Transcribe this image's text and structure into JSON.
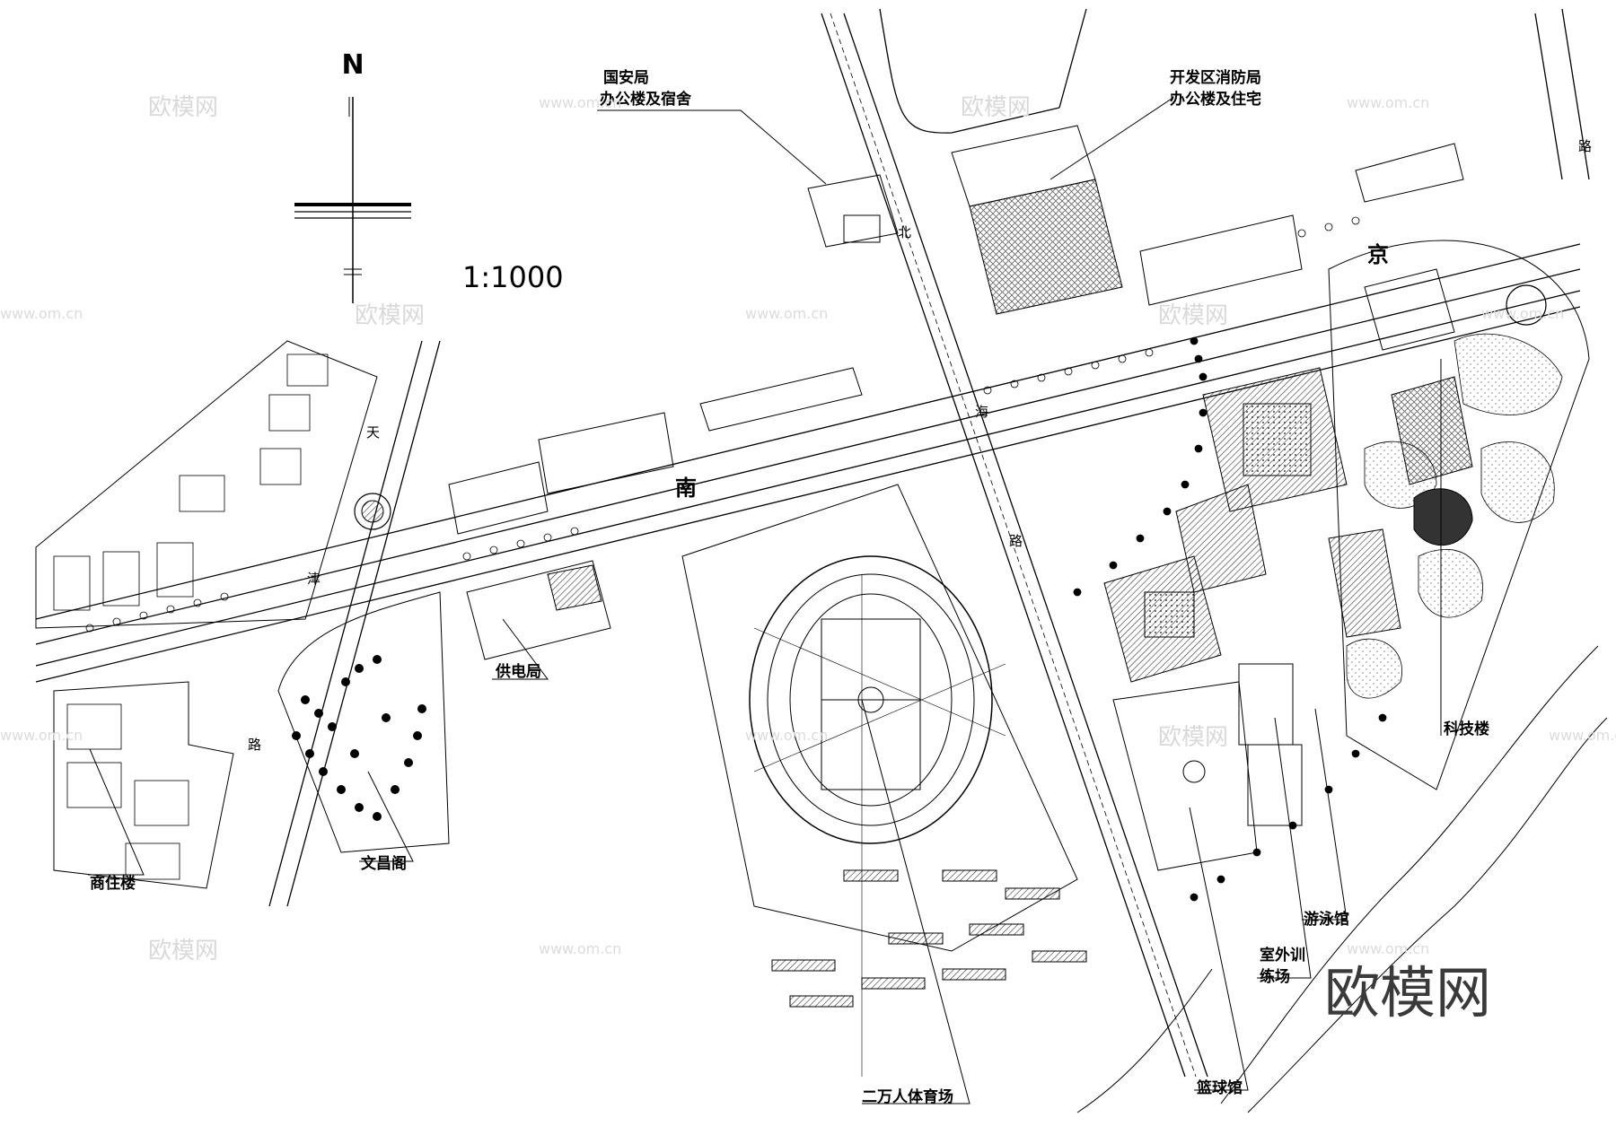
{
  "compass": {
    "north": "N"
  },
  "scale": "1:1000",
  "roads": {
    "nanjing": [
      "南",
      "京"
    ],
    "tianjin": [
      "天",
      "津",
      "路"
    ],
    "beihai": [
      "北",
      "海",
      "路"
    ],
    "corner": "路"
  },
  "labels": {
    "guoan_line1": "国安局",
    "guoan_line2": "办公楼及宿舍",
    "fire_line1": "开发区消防局",
    "fire_line2": "办公楼及住宅",
    "power": "供电局",
    "commercial": "商住楼",
    "wenchang": "文昌阁",
    "stadium": "二万人体育场",
    "basketball": "篮球馆",
    "swimming": "游泳馆",
    "training_line1": "室外训",
    "training_line2": "练场",
    "tech": "科技楼"
  },
  "watermark": {
    "text": "欧模网",
    "url": "www.om.cn"
  },
  "brand": "欧模网",
  "colors": {
    "line": "#000000",
    "hatch": "#555555",
    "watermark": "#d9d9d9"
  }
}
